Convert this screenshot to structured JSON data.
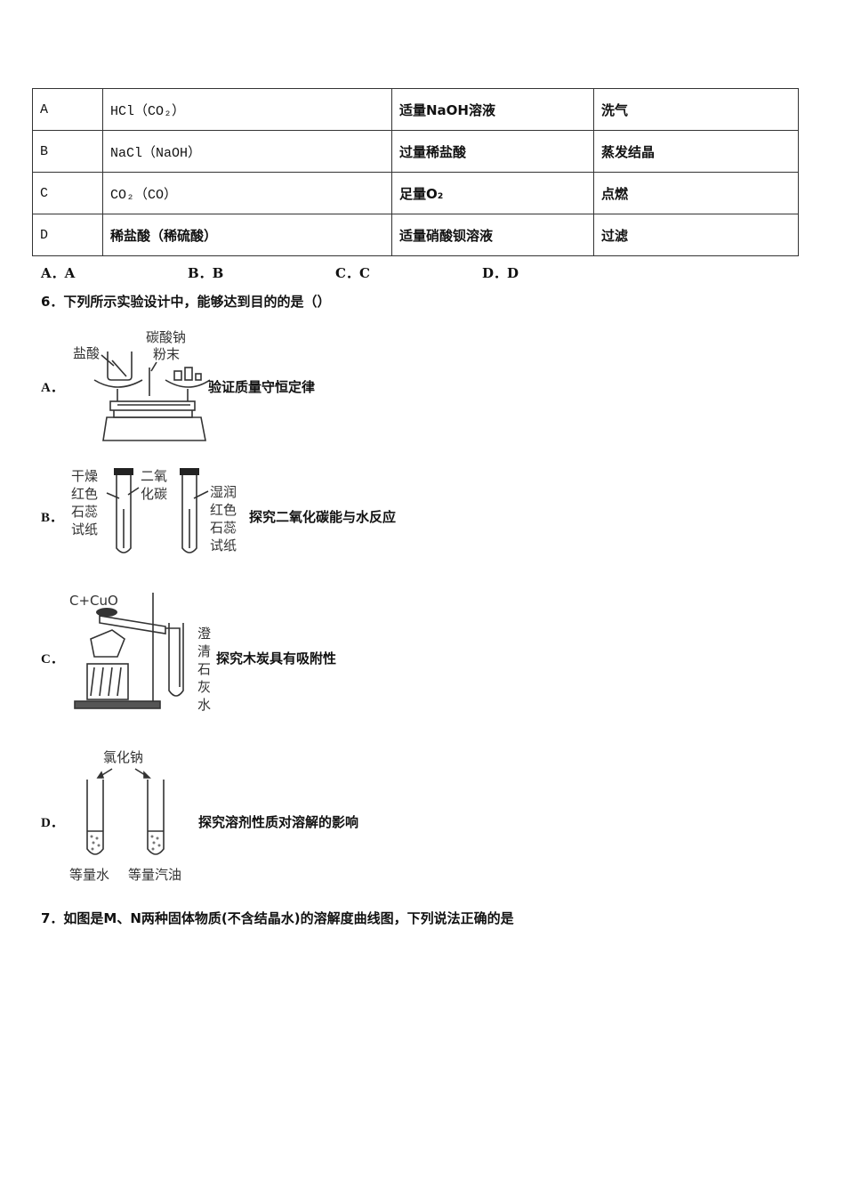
{
  "table": {
    "rows": [
      [
        "A",
        "HCl（CO₂）",
        "适量NaOH溶液",
        "洗气"
      ],
      [
        "B",
        "NaCl（NaOH）",
        "过量稀盐酸",
        "蒸发结晶"
      ],
      [
        "C",
        "CO₂（CO）",
        "足量O₂",
        "点燃"
      ],
      [
        "D",
        "稀盐酸（稀硫酸）",
        "适量硝酸钡溶液",
        "过滤"
      ]
    ]
  },
  "q5_options": [
    "A．A",
    "B．B",
    "C．C",
    "D．D"
  ],
  "q6": {
    "stem": "6．下列所示实验设计中，能够达到目的的是（）",
    "options": [
      {
        "label": "A．",
        "caption": "验证质量守恒定律",
        "fig_labels": [
          "盐酸",
          "碳酸钠",
          "粉末"
        ]
      },
      {
        "label": "B．",
        "caption": "探究二氧化碳能与水反应",
        "fig_labels": [
          "干燥",
          "红色",
          "石蕊",
          "试纸",
          "二氧",
          "化碳",
          "湿润",
          "红色",
          "石蕊",
          "试纸"
        ]
      },
      {
        "label": "C．",
        "caption": "探究木炭具有吸附性",
        "fig_labels": [
          "C+CuO",
          "澄",
          "清",
          "石",
          "灰",
          "水"
        ]
      },
      {
        "label": "D．",
        "caption": "探究溶剂性质对溶解的影响",
        "fig_labels": [
          "氯化钠",
          "等量水",
          "等量汽油"
        ]
      }
    ]
  },
  "q7": {
    "stem": "7．如图是M、N两种固体物质(不含结晶水)的溶解度曲线图，下列说法正确的是"
  }
}
